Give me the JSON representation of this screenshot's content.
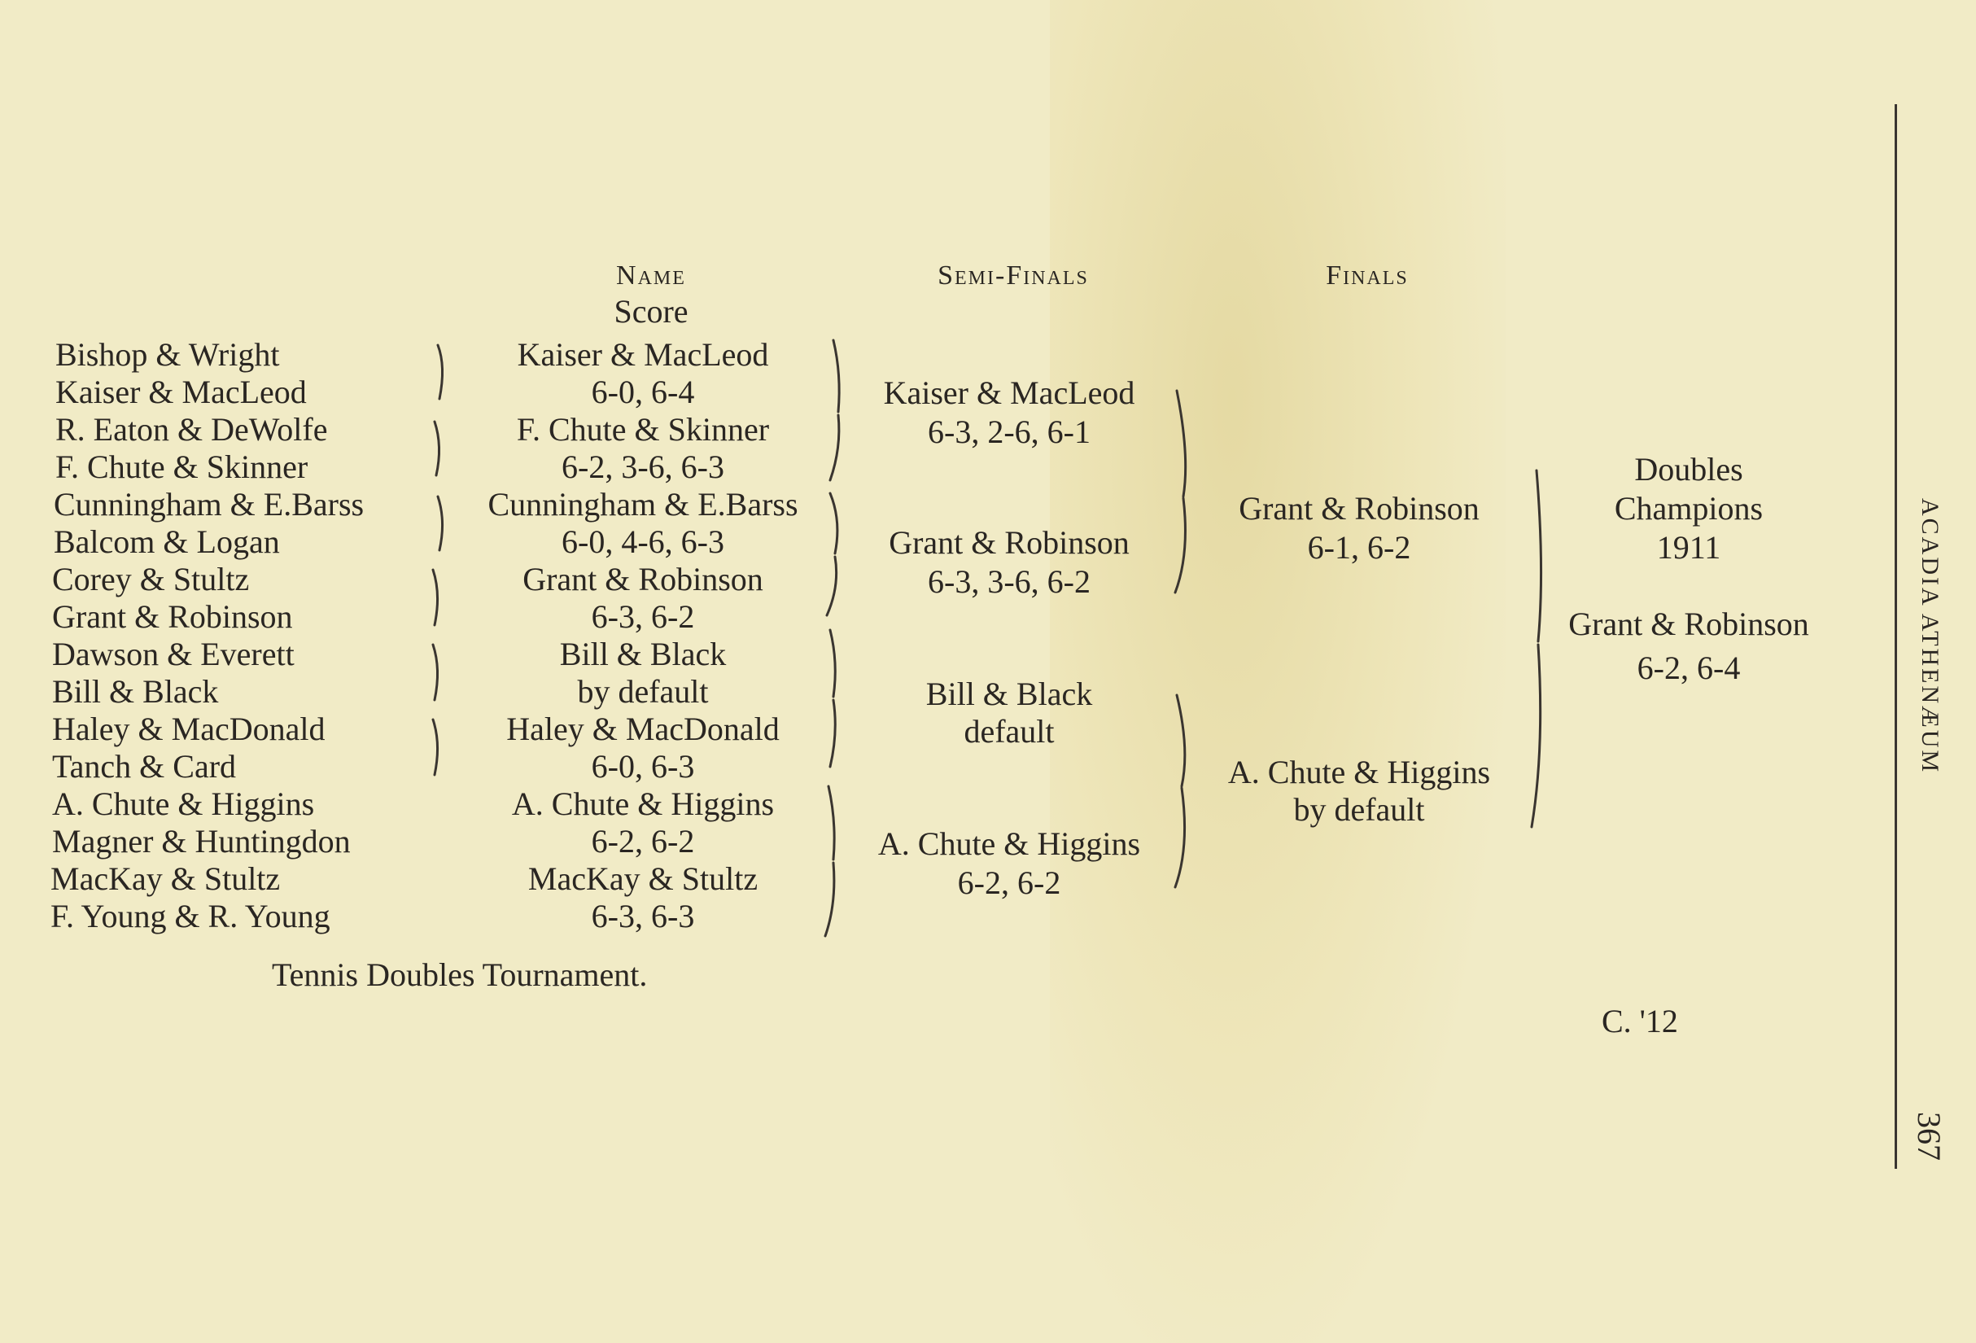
{
  "headers": {
    "name": "Name",
    "score": "Score",
    "semi_finals": "Semi-Finals",
    "finals": "Finals"
  },
  "first_round": [
    "Bishop & Wright",
    "Kaiser & MacLeod",
    "R. Eaton & DeWolfe",
    "F. Chute & Skinner",
    "Cunningham & E.Barss",
    "Balcom & Logan",
    "Corey & Stultz",
    "Grant & Robinson",
    "Dawson & Everett",
    "Bill & Black",
    "Haley & MacDonald",
    "Tanch & Card",
    "A. Chute & Higgins",
    "Magner & Huntingdon",
    "MacKay & Stultz",
    "F. Young & R. Young"
  ],
  "second_round": [
    {
      "team": "Kaiser & MacLeod",
      "score": "6-0, 6-4"
    },
    {
      "team": "F. Chute & Skinner",
      "score": "6-2, 3-6, 6-3"
    },
    {
      "team": "Cunningham & E.Barss",
      "score": "6-0, 4-6, 6-3"
    },
    {
      "team": "Grant & Robinson",
      "score": "6-3, 6-2"
    },
    {
      "team": "Bill & Black",
      "score": "by default"
    },
    {
      "team": "Haley & MacDonald",
      "score": "6-0, 6-3"
    },
    {
      "team": "A. Chute & Higgins",
      "score": "6-2, 6-2"
    },
    {
      "team": "MacKay & Stultz",
      "score": "6-3, 6-3"
    }
  ],
  "semi_finals": [
    {
      "team": "Kaiser & MacLeod",
      "score": "6-3, 2-6, 6-1"
    },
    {
      "team": "Grant & Robinson",
      "score": "6-3, 3-6, 6-2"
    },
    {
      "team": "Bill & Black",
      "score": "default"
    },
    {
      "team": "A. Chute & Higgins",
      "score": "6-2, 6-2"
    }
  ],
  "finals": [
    {
      "team": "Grant & Robinson",
      "score": "6-1, 6-2"
    },
    {
      "team": "A. Chute & Higgins",
      "score": "by default"
    }
  ],
  "champions": {
    "line1": "Doubles",
    "line2": "Champions",
    "year": "1911",
    "team": "Grant & Robinson",
    "score": "6-2, 6-4"
  },
  "caption": "Tennis Doubles Tournament.",
  "signature": "C. '12",
  "running_head": "ACADIA ATHENÆUM",
  "page_number": "367"
}
